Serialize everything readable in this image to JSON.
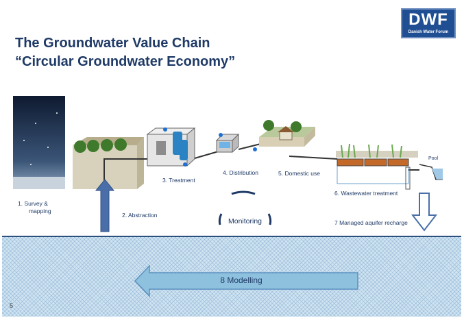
{
  "logo": {
    "main": "DWF",
    "sub": "Danish Water Forum"
  },
  "title": {
    "line1": "The Groundwater Value Chain",
    "line2": "“Circular Groundwater Economy”"
  },
  "steps": {
    "survey_line1": "1.    Survey &",
    "survey_line2": "mapping",
    "abstraction": "2. Abstraction",
    "treatment": "3. Treatment",
    "distribution": "4. Distribution",
    "domestic": "5. Domestic use",
    "wastewater": "6. Wastewater treatment",
    "recharge": "7 Managed aquifer recharge",
    "pool": "Pool"
  },
  "monitoring": "Monitoring",
  "modelling": "8 Modelling",
  "page_number": "5",
  "colors": {
    "title": "#1f3a66",
    "arrow_blue": "#4a6fa8",
    "aquifer": "#cfe4f2",
    "model_arrow": "#8ec1de",
    "logo": "#1f4e93"
  }
}
